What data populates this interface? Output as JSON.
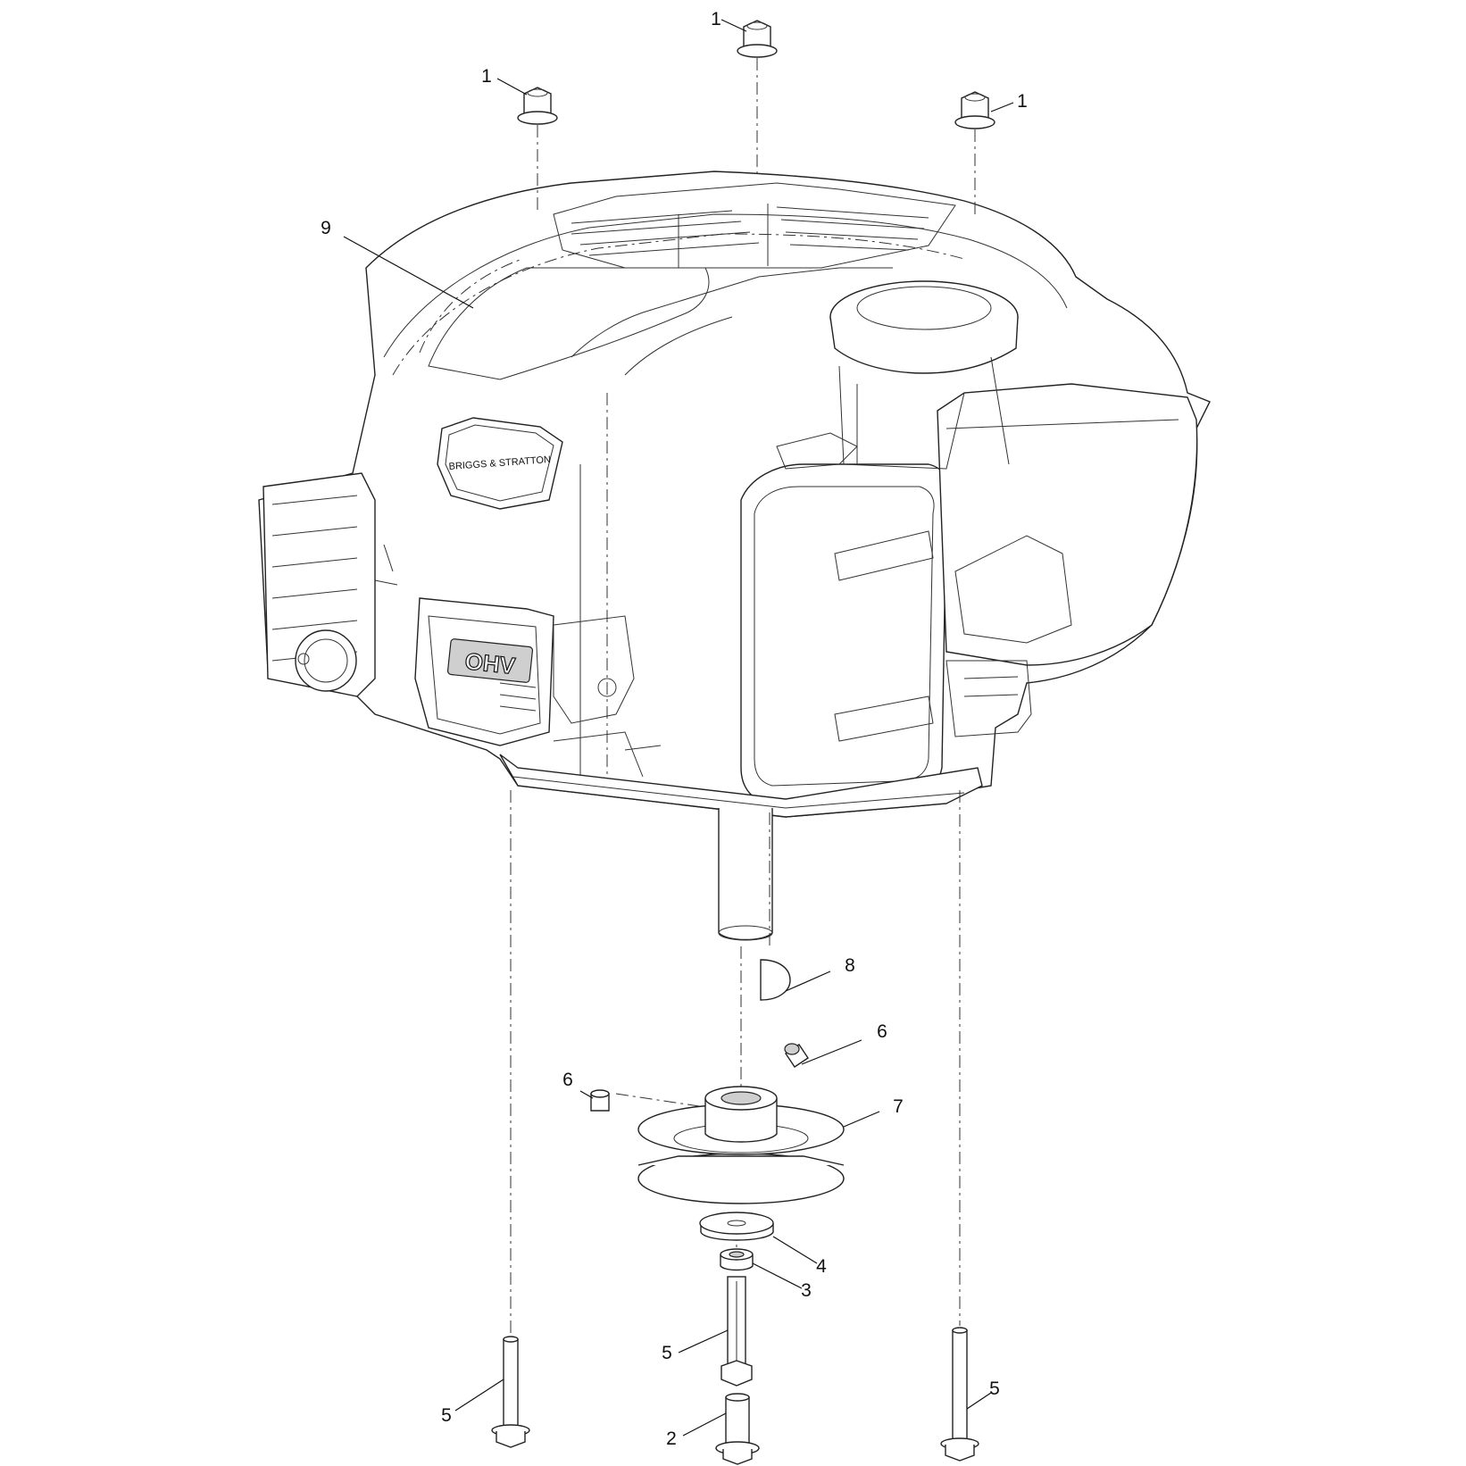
{
  "callouts": {
    "c1_left": "1",
    "c1_top": "1",
    "c1_right": "1",
    "c9": "9",
    "c8": "8",
    "c6_right": "6",
    "c6_left": "6",
    "c7": "7",
    "c4": "4",
    "c3": "3",
    "c5_center": "5",
    "c5_left": "5",
    "c5_right": "5",
    "c2": "2"
  },
  "engine_markings": {
    "logo_text": "BRIGGS & STRATTON",
    "valve_cover_text": "OHV"
  }
}
